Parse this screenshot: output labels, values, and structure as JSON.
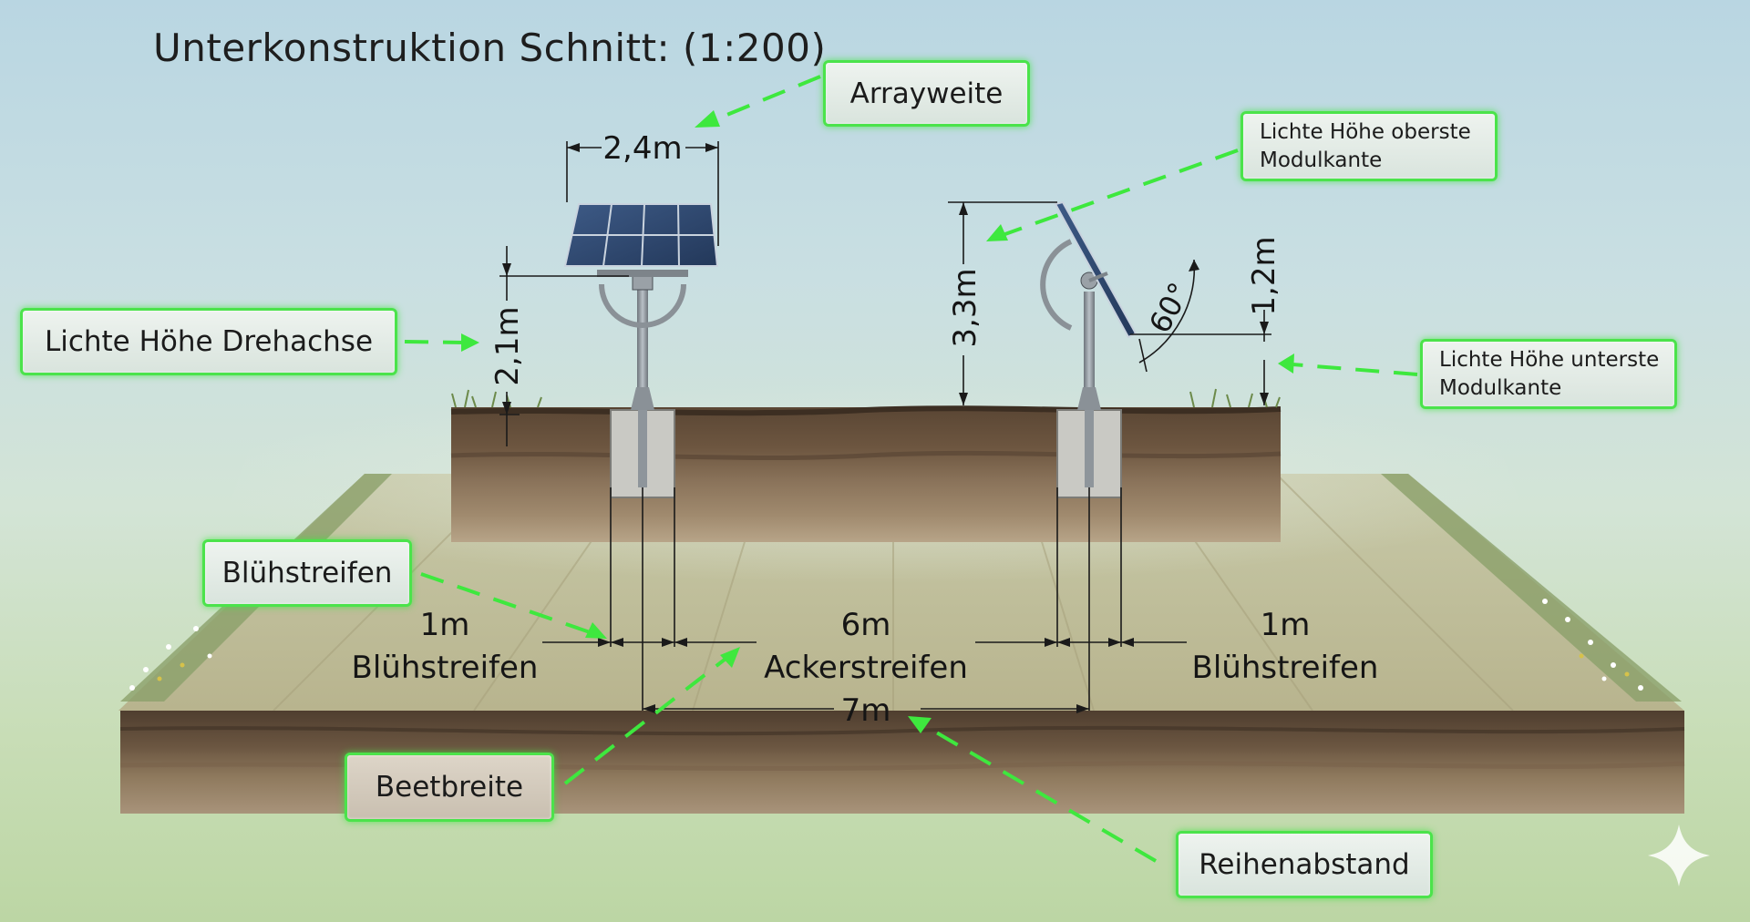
{
  "title": "Unterkonstruktion Schnitt: (1:200)",
  "callouts": {
    "arrayweite": "Arrayweite",
    "lichte_hoehe_oberste": "Lichte Höhe oberste\nModulkante",
    "lichte_hoehe_drehachse": "Lichte Höhe Drehachse",
    "lichte_hoehe_unterste": "Lichte Höhe unterste\nModulkante",
    "bluehstreifen": "Blühstreifen",
    "beetbreite": "Beetbreite",
    "reihenabstand": "Reihenabstand"
  },
  "dimensions": {
    "array_width": "2,4m",
    "axis_height": "2,1m",
    "top_edge_height": "3,3m",
    "bottom_edge_height": "1,2m",
    "tilt_angle": "60°",
    "strip_left": {
      "width": "1m",
      "label": "Blühstreifen"
    },
    "strip_middle": {
      "width": "6m",
      "label": "Ackerstreifen"
    },
    "strip_right": {
      "width": "1m",
      "label": "Blühstreifen"
    },
    "row_spacing": "7m"
  },
  "colors": {
    "callout_border": "#4be34b",
    "leader_line": "#3ee83e",
    "dimension_line": "#1a1a1a",
    "panel": "#2f4a72",
    "topsoil": "#5e4a38",
    "subsoil": "#a08a6c"
  }
}
